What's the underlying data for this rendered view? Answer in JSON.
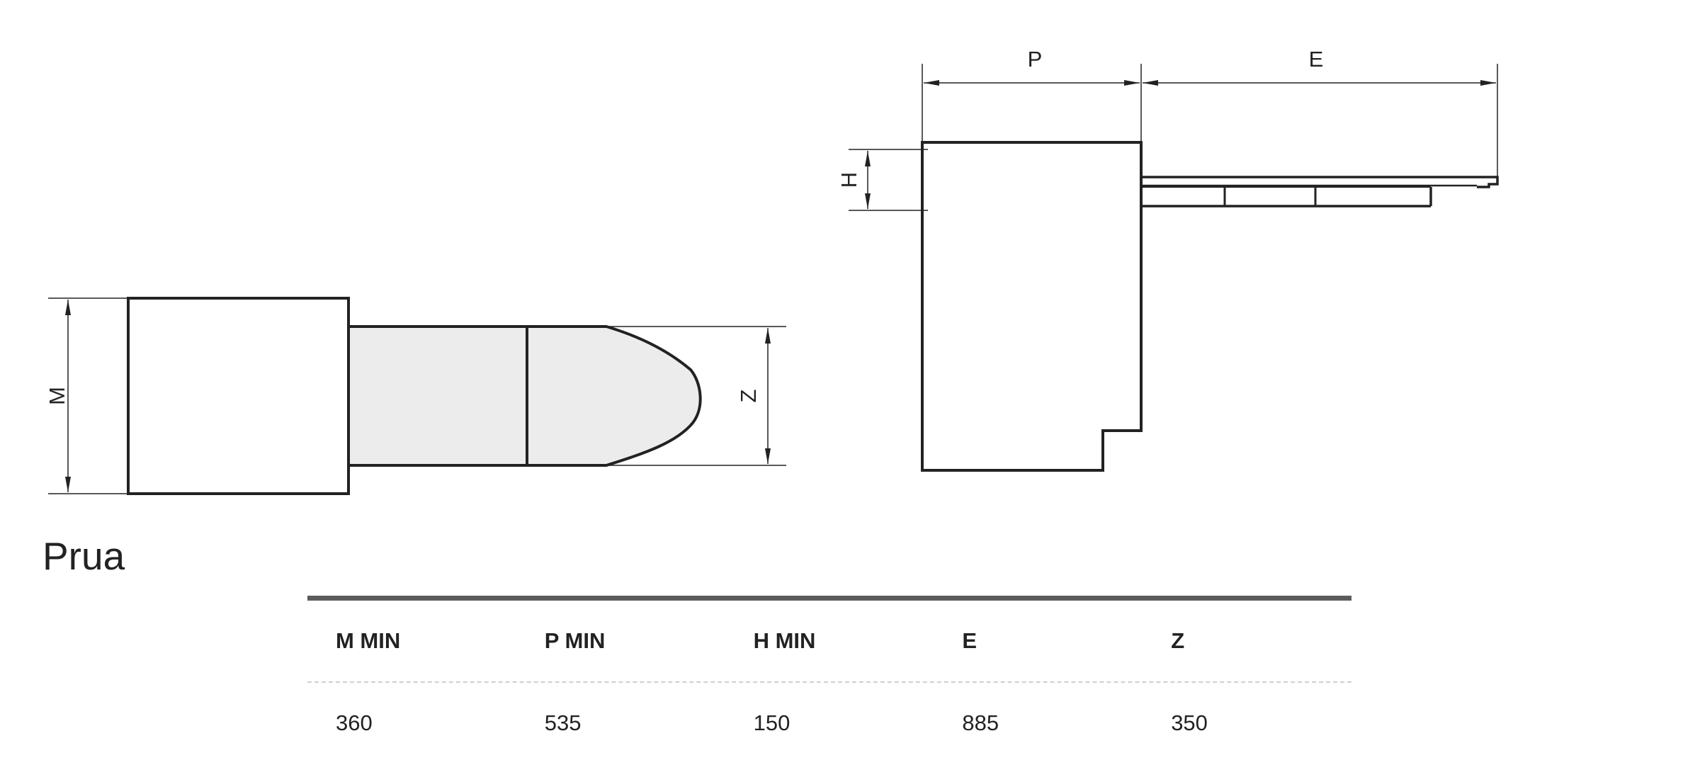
{
  "diagram": {
    "labels": {
      "m": "M",
      "z": "Z",
      "p": "P",
      "e": "E",
      "h": "H"
    }
  },
  "product": {
    "title": "Prua"
  },
  "table": {
    "headers": [
      "M MIN",
      "P MIN",
      "H MIN",
      "E",
      "Z"
    ],
    "rows": [
      [
        "360",
        "535",
        "150",
        "885",
        "350"
      ]
    ]
  }
}
